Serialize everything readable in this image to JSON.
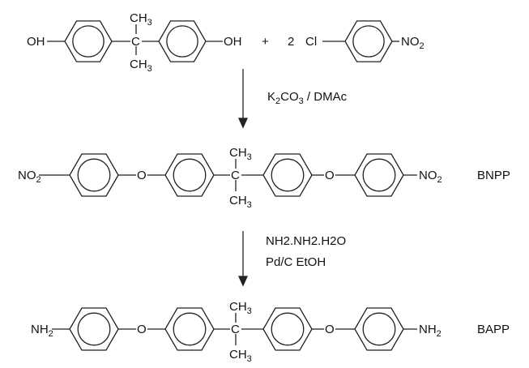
{
  "reactants": {
    "oh_left": "OH",
    "oh_right": "OH",
    "ch3_top": "CH",
    "ch3_bottom": "CH",
    "three": "3",
    "carbon": "C",
    "plus": "+",
    "coefficient": "2",
    "cl": "Cl",
    "no2": "NO",
    "two": "2"
  },
  "step1": {
    "k": "K",
    "k_sub": "2",
    "co": "CO",
    "co_sub": "3",
    "rest": " / DMAc"
  },
  "intermediate": {
    "no2_left": "NO",
    "no2_right": "NO",
    "two": "2",
    "o": "O",
    "label": "BNPP"
  },
  "step2": {
    "line1": "NH2.NH2.H2O",
    "line2": "Pd/C  EtOH"
  },
  "product": {
    "nh2_left": "NH",
    "nh2_right": "NH",
    "two": "2",
    "o": "O",
    "label": "BAPP"
  }
}
